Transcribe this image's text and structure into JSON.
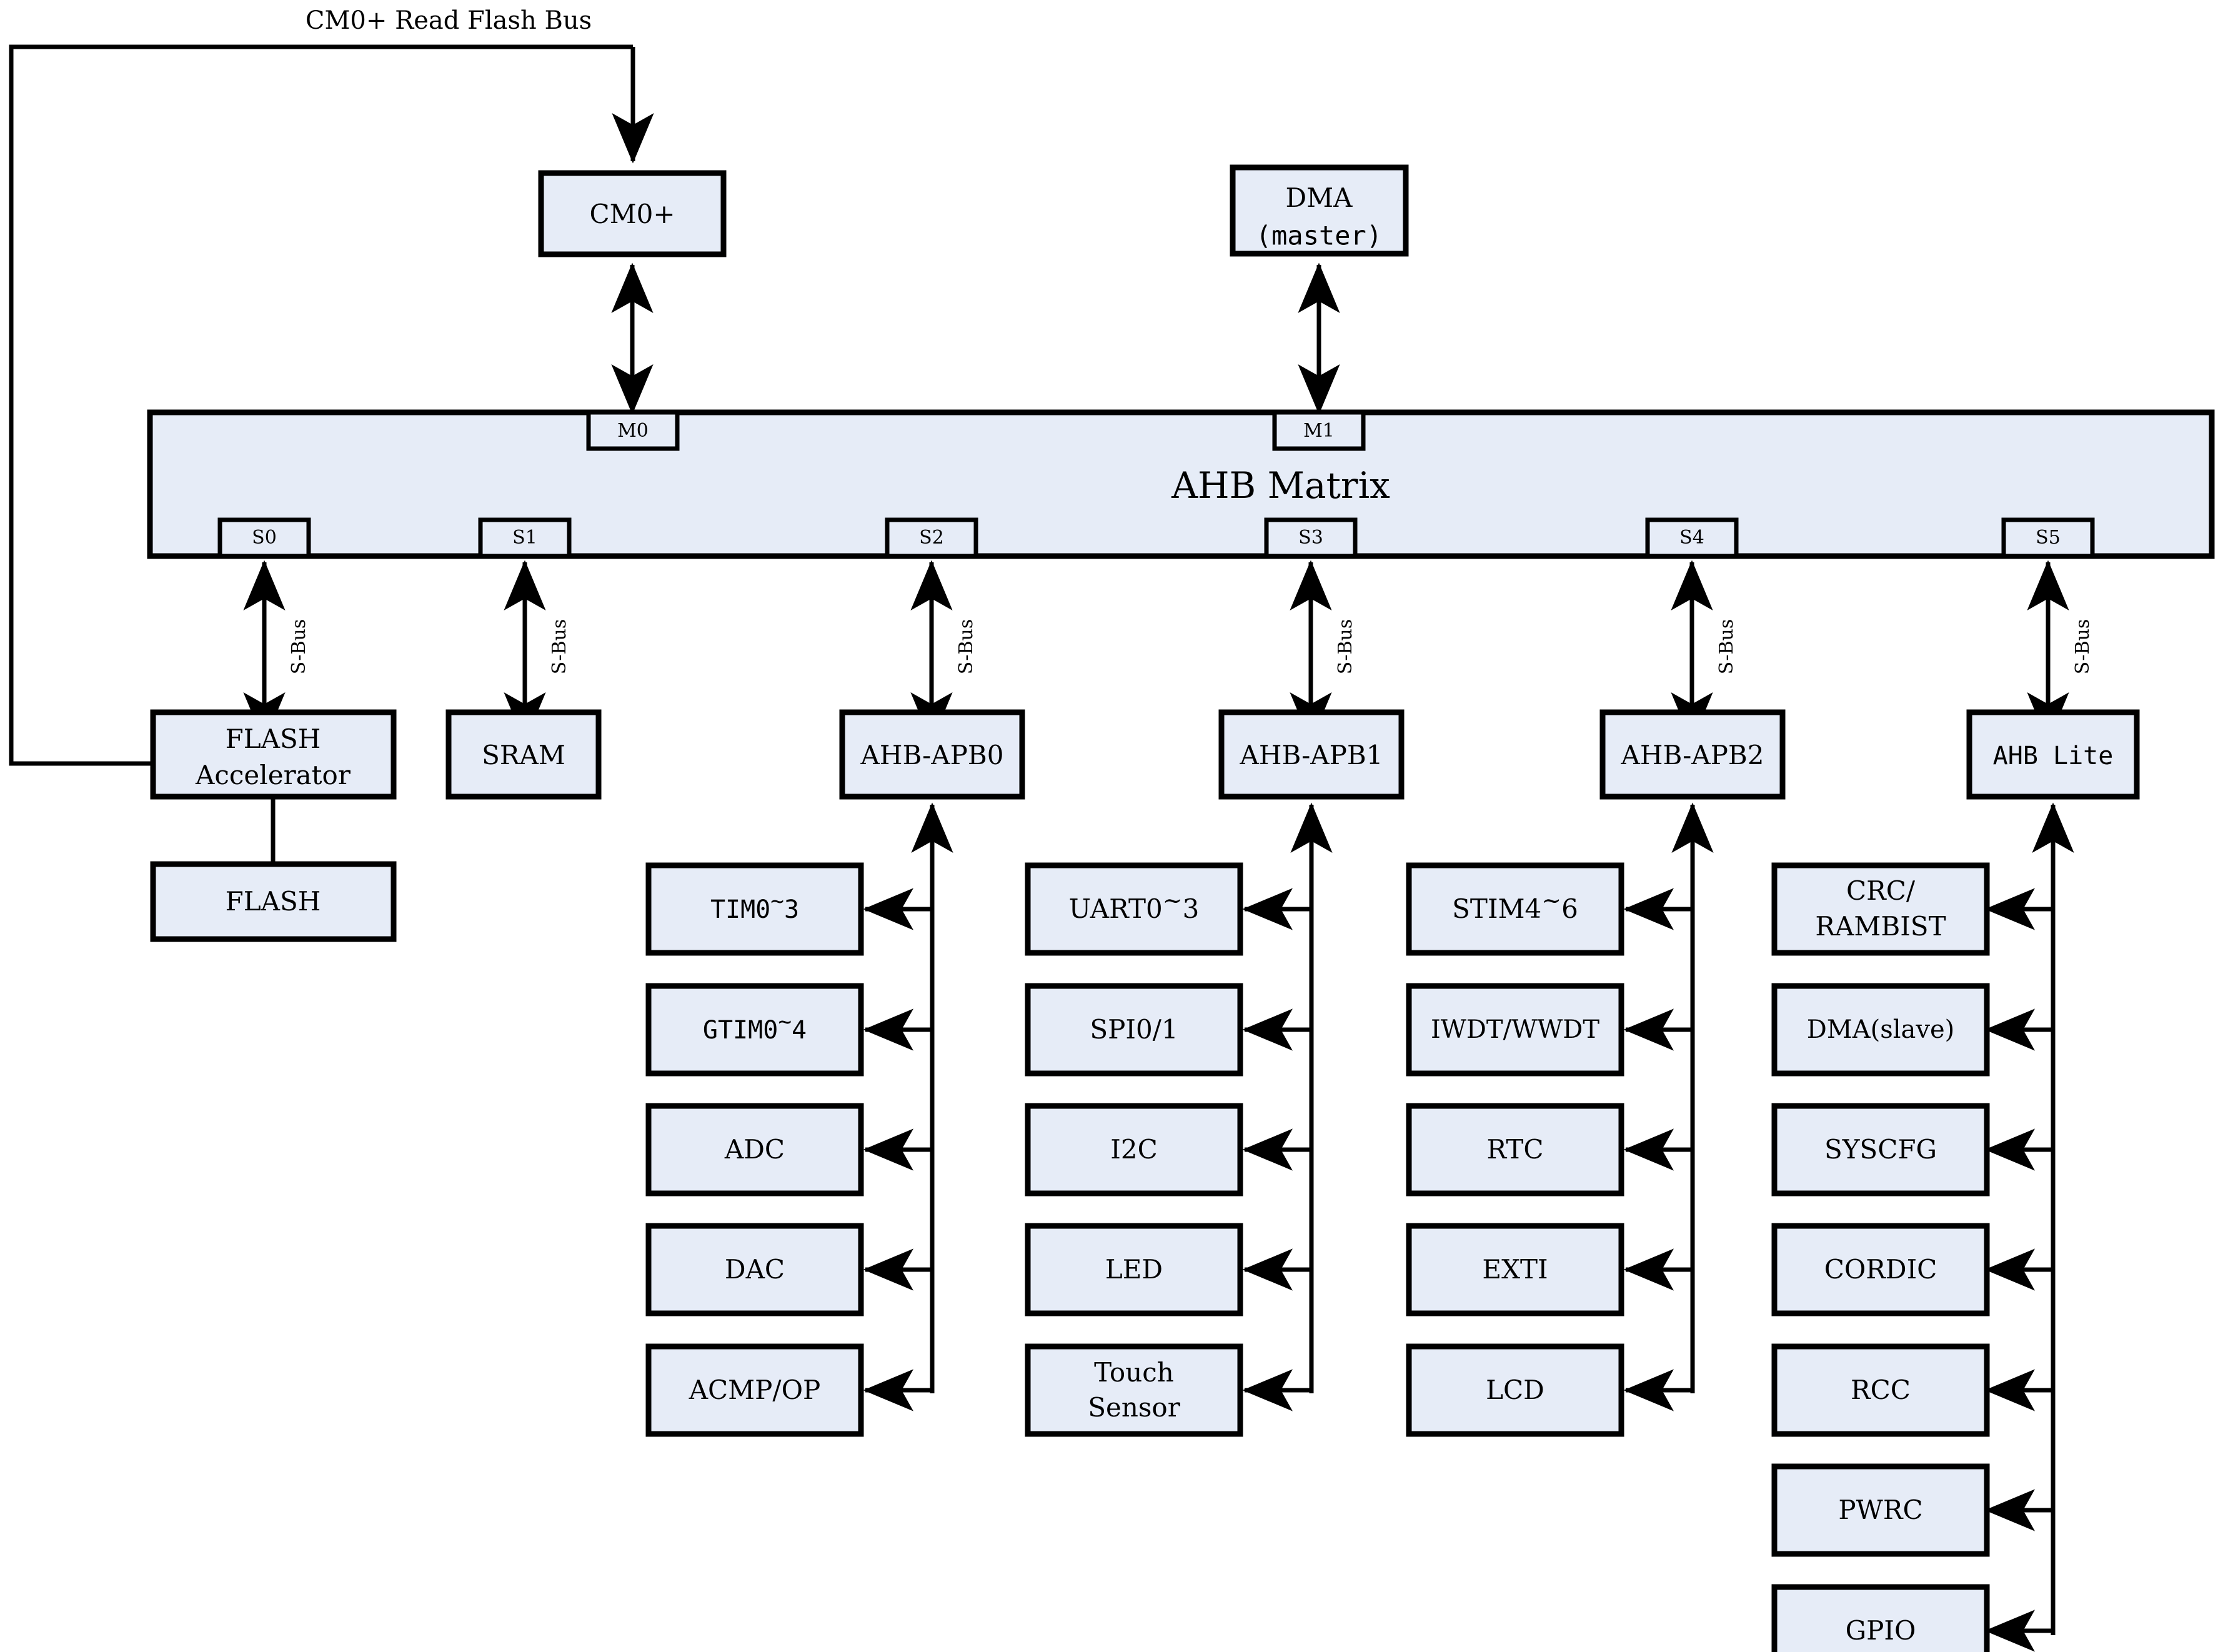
{
  "diagram": {
    "title_note": "CM0+ Read Flash Bus",
    "colors": {
      "block_fill": "#e6ecf7",
      "block_stroke": "#000000",
      "wire": "#000000",
      "background": "#ffffff"
    },
    "matrix": {
      "label": "AHB Matrix",
      "master_ports": [
        {
          "id": "M0",
          "label": "M0"
        },
        {
          "id": "M1",
          "label": "M1"
        }
      ],
      "slave_ports": [
        {
          "id": "S0",
          "label": "S0"
        },
        {
          "id": "S1",
          "label": "S1"
        },
        {
          "id": "S2",
          "label": "S2"
        },
        {
          "id": "S3",
          "label": "S3"
        },
        {
          "id": "S4",
          "label": "S4"
        },
        {
          "id": "S5",
          "label": "S5"
        }
      ]
    },
    "masters": [
      {
        "id": "cm0p",
        "label": "CM0+",
        "port": "M0"
      },
      {
        "id": "dma_master",
        "label_line1": "DMA",
        "label_line2": "(master)",
        "port": "M1"
      }
    ],
    "bus_labels": [
      {
        "id": "sbus0",
        "label": "S-Bus"
      },
      {
        "id": "sbus1",
        "label": "S-Bus"
      },
      {
        "id": "sbus2",
        "label": "S-Bus"
      },
      {
        "id": "sbus3",
        "label": "S-Bus"
      },
      {
        "id": "sbus4",
        "label": "S-Bus"
      },
      {
        "id": "sbus5",
        "label": "S-Bus"
      }
    ],
    "slaves": [
      {
        "id": "flash_accel",
        "label_line1": "FLASH",
        "label_line2": "Accelerator",
        "port": "S0"
      },
      {
        "id": "sram",
        "label": "SRAM",
        "port": "S1"
      },
      {
        "id": "ahb_apb0",
        "label": "AHB-APB0",
        "port": "S2"
      },
      {
        "id": "ahb_apb1",
        "label": "AHB-APB1",
        "port": "S3"
      },
      {
        "id": "ahb_apb2",
        "label": "AHB-APB2",
        "port": "S4"
      },
      {
        "id": "ahb_lite",
        "label": "AHB Lite",
        "port": "S5"
      }
    ],
    "memory": [
      {
        "id": "flash",
        "label": "FLASH",
        "parent": "flash_accel"
      }
    ],
    "peripheral_columns": [
      {
        "bridge": "ahb_apb0",
        "items": [
          {
            "id": "tim0_3",
            "base": "TIM0",
            "sup": "~",
            "tail": "3"
          },
          {
            "id": "gtim0_4",
            "base": "GTIM0",
            "sup": "~",
            "tail": "4"
          },
          {
            "id": "adc",
            "base": "ADC",
            "sup": "",
            "tail": ""
          },
          {
            "id": "dac",
            "base": "DAC",
            "sup": "",
            "tail": ""
          },
          {
            "id": "acmp_op",
            "base": "ACMP/OP",
            "sup": "",
            "tail": ""
          }
        ]
      },
      {
        "bridge": "ahb_apb1",
        "items": [
          {
            "id": "uart0_3",
            "base": "UART0",
            "sup": "~",
            "tail": "3"
          },
          {
            "id": "spi0_1",
            "base": "SPI0/1",
            "sup": "",
            "tail": ""
          },
          {
            "id": "i2c",
            "base": "I2C",
            "sup": "",
            "tail": ""
          },
          {
            "id": "led",
            "base": "LED",
            "sup": "",
            "tail": ""
          },
          {
            "id": "touch_sensor",
            "base": "Touch",
            "sup": "",
            "tail": "",
            "line2": "Sensor"
          }
        ]
      },
      {
        "bridge": "ahb_apb2",
        "items": [
          {
            "id": "stim4_6",
            "base": "STIM4",
            "sup": "~",
            "tail": "6"
          },
          {
            "id": "iwdt_wwdt",
            "base": "IWDT/WWDT",
            "sup": "",
            "tail": ""
          },
          {
            "id": "rtc",
            "base": "RTC",
            "sup": "",
            "tail": ""
          },
          {
            "id": "exti",
            "base": "EXTI",
            "sup": "",
            "tail": ""
          },
          {
            "id": "lcd",
            "base": "LCD",
            "sup": "",
            "tail": ""
          }
        ]
      },
      {
        "bridge": "ahb_lite",
        "items": [
          {
            "id": "crc_rambist",
            "base": "CRC/",
            "sup": "",
            "tail": "",
            "line2": "RAMBIST"
          },
          {
            "id": "dma_slave",
            "base": "DMA(slave)",
            "sup": "",
            "tail": ""
          },
          {
            "id": "syscfg",
            "base": "SYSCFG",
            "sup": "",
            "tail": ""
          },
          {
            "id": "cordic",
            "base": "CORDIC",
            "sup": "",
            "tail": ""
          },
          {
            "id": "rcc",
            "base": "RCC",
            "sup": "",
            "tail": ""
          },
          {
            "id": "pwrc",
            "base": "PWRC",
            "sup": "",
            "tail": ""
          },
          {
            "id": "gpio",
            "base": "GPIO",
            "sup": "",
            "tail": ""
          }
        ]
      }
    ]
  }
}
